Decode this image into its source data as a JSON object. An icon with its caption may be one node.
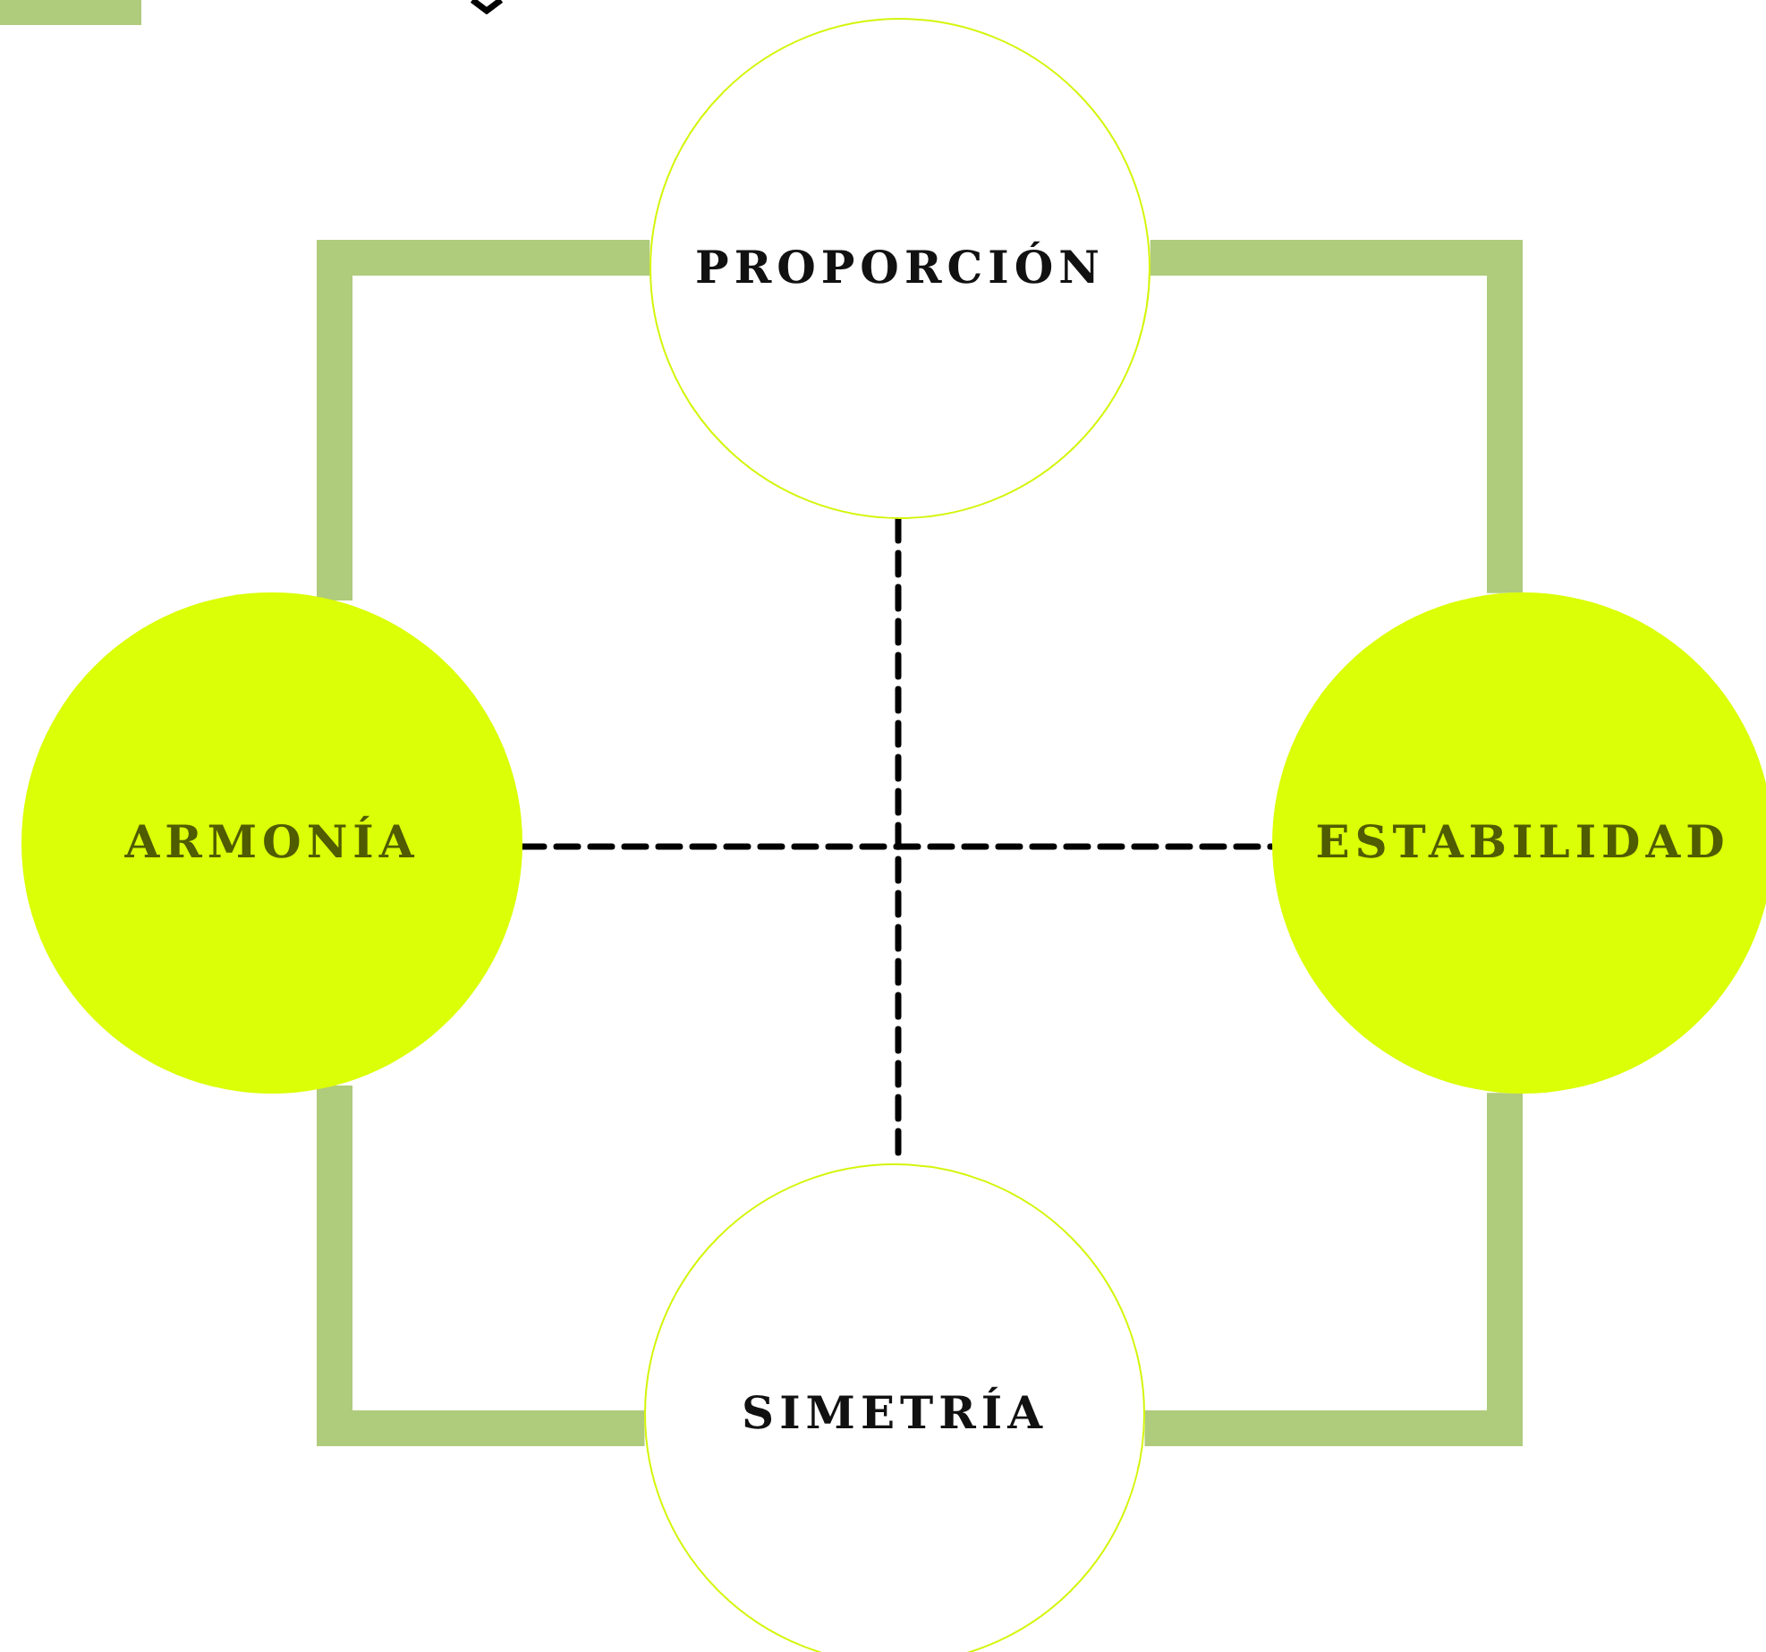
{
  "diagram": {
    "nodes": [
      {
        "text": [
          "PROPORCIÓN"
        ]
      },
      {
        "text": [
          "ARMONÍA"
        ]
      },
      {
        "text": [
          "ESTABILIDAD"
        ]
      },
      {
        "text": [
          "SIMETRÍA"
        ]
      }
    ],
    "edges": [
      {
        "from": 0,
        "to": 2,
        "arrow": "none"
      },
      {
        "from": 2,
        "to": 3,
        "arrow": "none"
      },
      {
        "from": 3,
        "to": 1,
        "arrow": "none"
      },
      {
        "from": 1,
        "to": 0,
        "arrow": "none"
      },
      {
        "from": 0,
        "to": 3,
        "arrow": "none",
        "style": "dashed",
        "color": "#000000"
      },
      {
        "from": 1,
        "to": 2,
        "arrow": "none",
        "style": "dashed",
        "color": "#000000"
      }
    ]
  }
}
